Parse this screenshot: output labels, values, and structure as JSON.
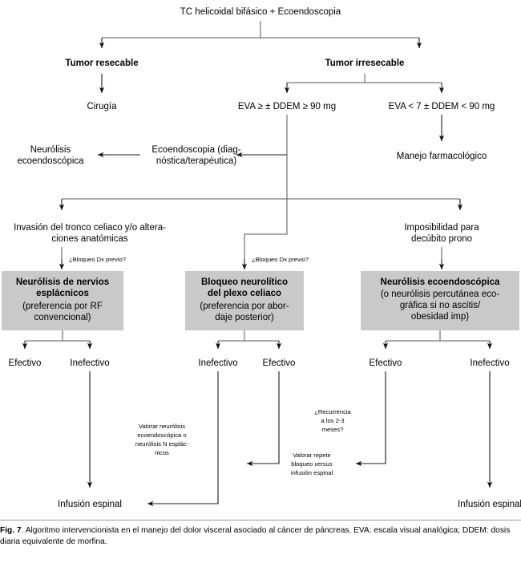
{
  "figure": {
    "caption_label": "Fig. 7",
    "caption_text": ". Algoritmo intervencionista en el manejo del dolor visceral asociado al cáncer de páncreas. EVA: escala visual analógica; DDEM: dosis diaria equivalente de morfina."
  },
  "nodes": {
    "root": "TC helicoidal bifásico + Ecoendoscopia",
    "resecable": "Tumor resecable",
    "irresecable": "Tumor irresecable",
    "cirugia": "Cirugía",
    "eva_alta": "EVA ≥ ± DDEM ≥ 90 mg",
    "eva_baja": "EVA < 7 ± DDEM < 90 mg",
    "neurolisis_eco_l1": "Neurólisis",
    "neurolisis_eco_l2": "ecoendoscópica",
    "ecoendoscopia_l1": "Ecoendoscopia (diag-",
    "ecoendoscopia_l2": "nóstica/terapéutica)",
    "manejo_farmacologico": "Manejo farmacológico",
    "invasion_l1": "Invasión del tronco celiaco y/o altera-",
    "invasion_l2": "ciones anatómicas",
    "imposibilidad_l1": "Imposibilidad para",
    "imposibilidad_l2": "decúbito prono",
    "bloqueo_dx_1": "¿Bloqueo Dx previo?",
    "bloqueo_dx_2": "¿Bloqueo Dx previo?"
  },
  "boxes": [
    {
      "id": "box-neurolisis-esplacnicos",
      "lines": [
        {
          "t": "Neurólisis de nervios",
          "bold": true
        },
        {
          "t": "esplácnicos",
          "bold": true
        },
        {
          "t": "(preferencia por RF",
          "bold": false
        },
        {
          "t": "convencional)",
          "bold": false
        }
      ]
    },
    {
      "id": "box-bloqueo-plexo-celiaco",
      "lines": [
        {
          "t": "Bloqueo neurolítico",
          "bold": true
        },
        {
          "t": "del plexo celiaco",
          "bold": true
        },
        {
          "t": "(preferencia por abor-",
          "bold": false
        },
        {
          "t": "daje posterior)",
          "bold": false
        }
      ]
    },
    {
      "id": "box-neurolisis-ecoendoscopica",
      "lines": [
        {
          "t": "Neurólisis ecoendoscópica",
          "bold": true
        },
        {
          "t": "(o neurólisis percutánea eco-",
          "bold": false
        },
        {
          "t": "gráfica si no ascitis/",
          "bold": false
        },
        {
          "t": "obesidad imp)",
          "bold": false
        }
      ]
    }
  ],
  "outcomes": {
    "o1": "Efectivo",
    "o2": "Inefectivo",
    "o3": "Inefectivo",
    "o4": "Efectivo",
    "o5": "Efectivo",
    "o6": "Inefectivo"
  },
  "annotations": {
    "valorar_neurolisis": [
      "Valorar neurólisis",
      "ecoendoscópica o",
      "neurólisis N esplác-",
      "nicos"
    ],
    "recurrencia": [
      "¿Recurrencia",
      "a los 2-3",
      "meses?"
    ],
    "valorar_repetir_l1": "Valorar repetir",
    "valorar_repetir_l2_a": "bloqueo ",
    "valorar_repetir_l2_b": "versus",
    "valorar_repetir_l3": "infusión espinal"
  },
  "terminals": {
    "infusion_left": "Infusión espinal",
    "infusion_right": "Infusión espinal"
  },
  "colors": {
    "box_fill": "#c9c9c9",
    "line": "#1a1a1a",
    "text": "#000000",
    "background": "#ffffff"
  }
}
